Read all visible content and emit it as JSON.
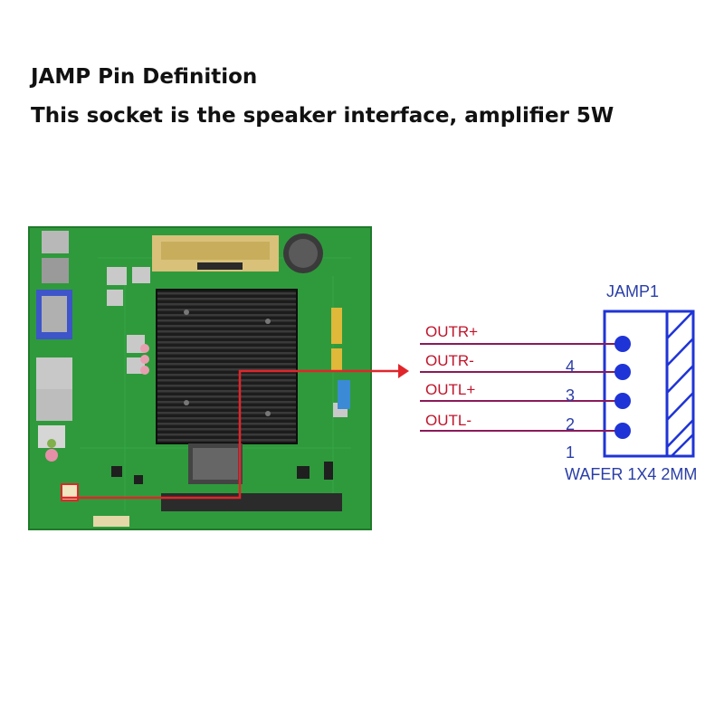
{
  "header": {
    "title": "JAMP Pin Definition",
    "subtitle": "This socket is the speaker interface, amplifier 5W"
  },
  "connector": {
    "name": "JAMP1",
    "type_label": "WAFER 1X4 2MM",
    "signals": [
      "OUTR+",
      "OUTR-",
      "OUTL+",
      "OUTL-"
    ],
    "pins": [
      "4",
      "3",
      "2",
      "1"
    ]
  },
  "colors": {
    "board": "#2f9a3c",
    "heatsink": "#1a1a1a",
    "pointer": "#e0262b",
    "signal_text": "#c0142b",
    "schematic": "#1f34d6"
  },
  "icons": {
    "board": "motherboard-photo",
    "arrow": "pointer-arrow"
  }
}
